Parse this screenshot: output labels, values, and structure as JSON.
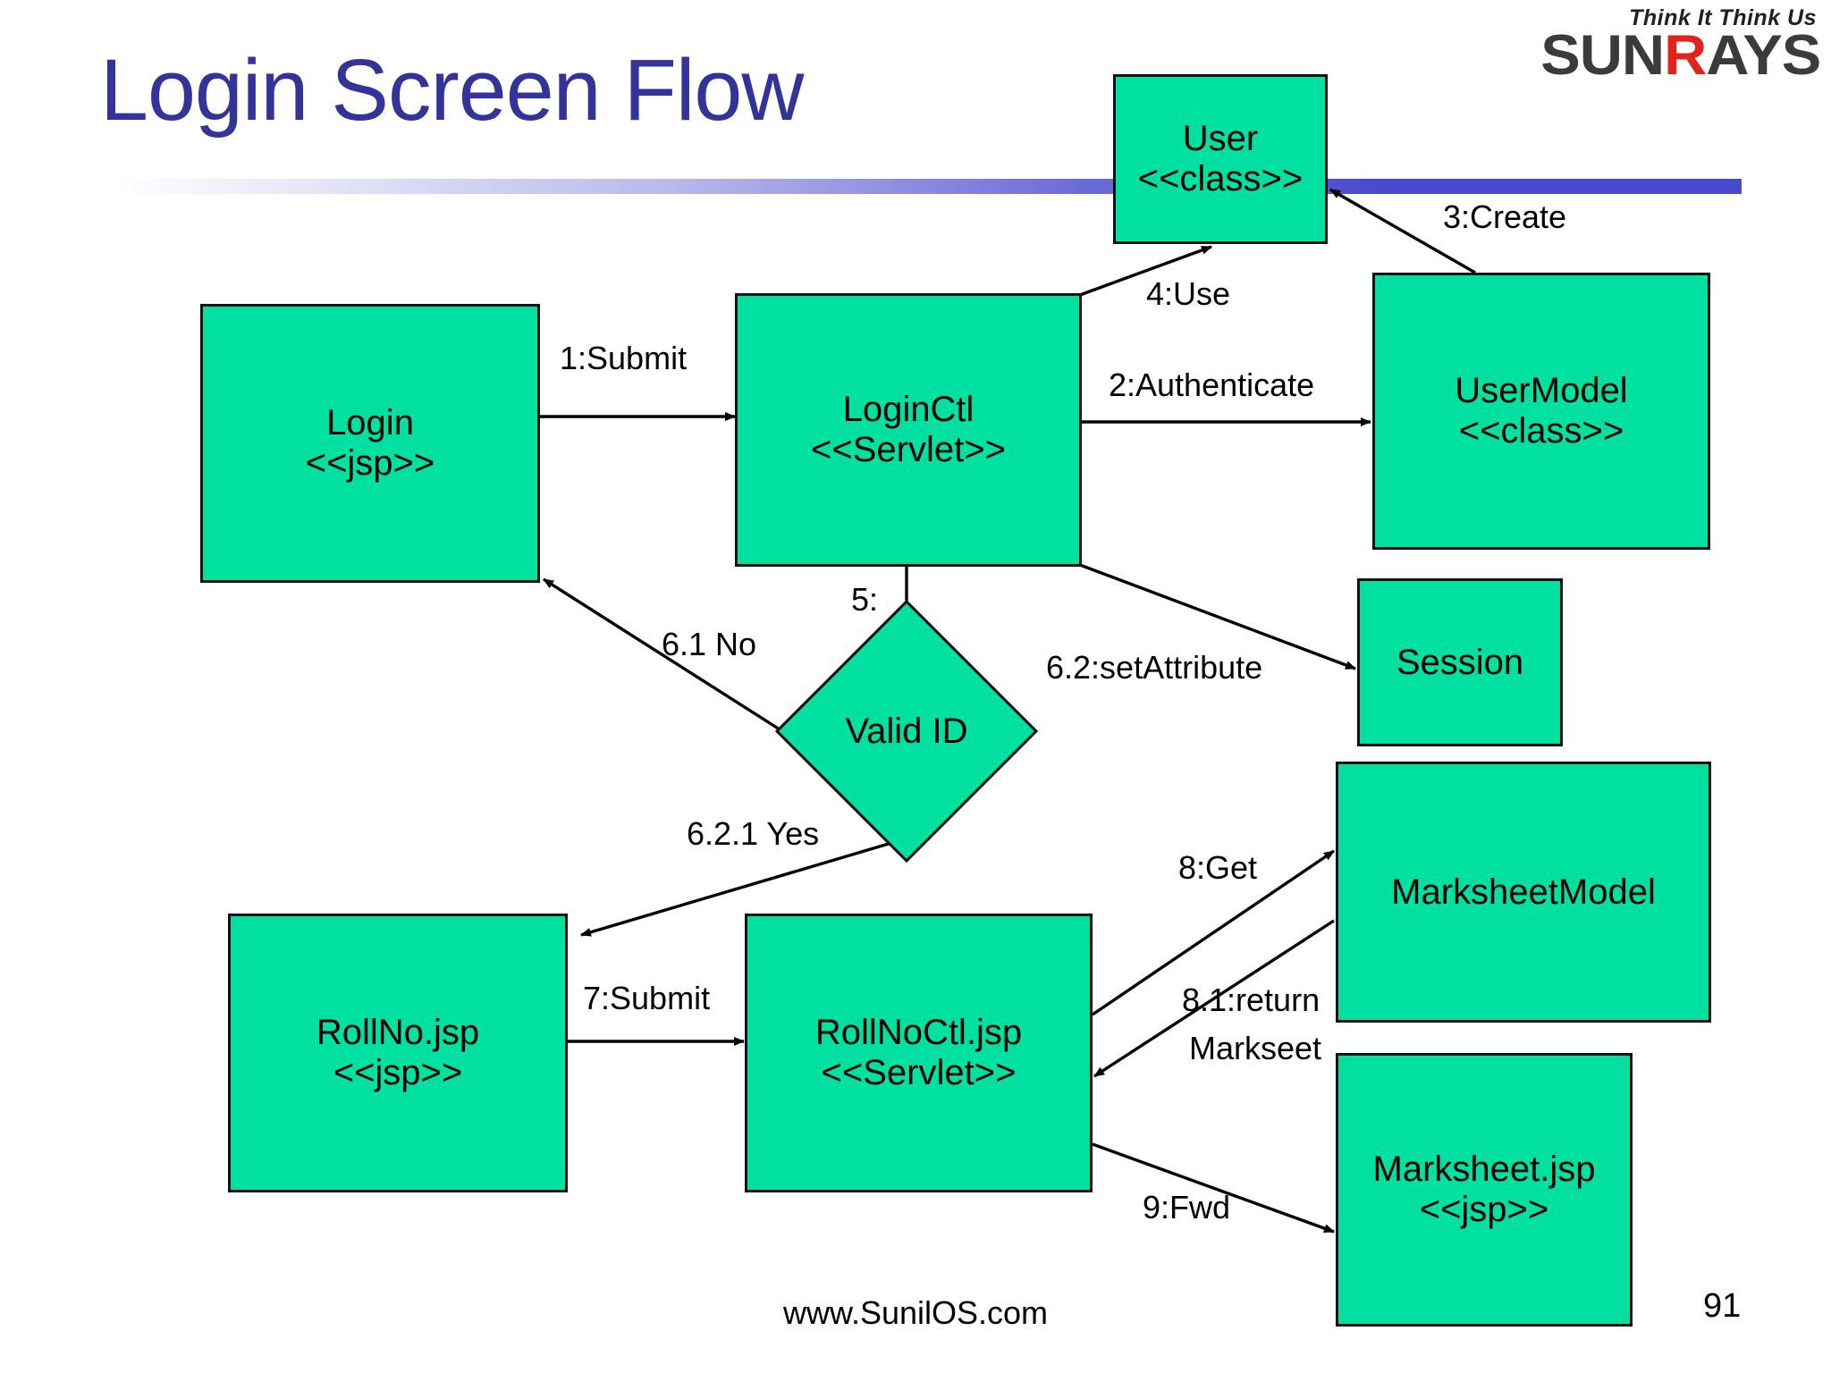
{
  "slide": {
    "title": "Login Screen Flow",
    "page_number": "91",
    "footer": "www.SunilOS.com",
    "accent_color": "#333399",
    "node_fill": "#00e0a0",
    "node_border": "#111111"
  },
  "logo": {
    "tagline": "Think It Think Us",
    "word_left": "SUN",
    "word_accent": "R",
    "word_right": "AYS",
    "accent_color": "#e2231a",
    "base_color": "#3b3b3b"
  },
  "diagram": {
    "nodes": [
      {
        "id": "user",
        "line1": "User",
        "line2": "<<class>>"
      },
      {
        "id": "login",
        "line1": "Login",
        "line2": "<<jsp>>"
      },
      {
        "id": "loginctl",
        "line1": "LoginCtl",
        "line2": "<<Servlet>>"
      },
      {
        "id": "usermodel",
        "line1": "UserModel",
        "line2": "<<class>>"
      },
      {
        "id": "session",
        "line1": "Session",
        "line2": ""
      },
      {
        "id": "validid",
        "line1": "Valid ID",
        "line2": ""
      },
      {
        "id": "rollnojsp",
        "line1": "RollNo.jsp",
        "line2": "<<jsp>>"
      },
      {
        "id": "rollnoctljsp",
        "line1": "RollNoCtl.jsp",
        "line2": "<<Servlet>>"
      },
      {
        "id": "marksheetmodel",
        "line1": "MarksheetModel",
        "line2": ""
      },
      {
        "id": "marksheetjsp",
        "line1": "Marksheet.jsp",
        "line2": "<<jsp>>"
      }
    ],
    "edges": [
      {
        "id": "e1",
        "label": "1:Submit"
      },
      {
        "id": "e2",
        "label": "2:Authenticate"
      },
      {
        "id": "e3",
        "label": "3:Create"
      },
      {
        "id": "e4",
        "label": "4:Use"
      },
      {
        "id": "e5",
        "label": "5:"
      },
      {
        "id": "e61",
        "label": "6.1 No"
      },
      {
        "id": "e62",
        "label": "6.2:setAttribute"
      },
      {
        "id": "e621",
        "label": "6.2.1 Yes"
      },
      {
        "id": "e7",
        "label": "7:Submit"
      },
      {
        "id": "e8",
        "label": "8:Get"
      },
      {
        "id": "e81a",
        "label": "8.1:return"
      },
      {
        "id": "e81b",
        "label": "Markseet"
      },
      {
        "id": "e9",
        "label": "9:Fwd"
      }
    ]
  }
}
